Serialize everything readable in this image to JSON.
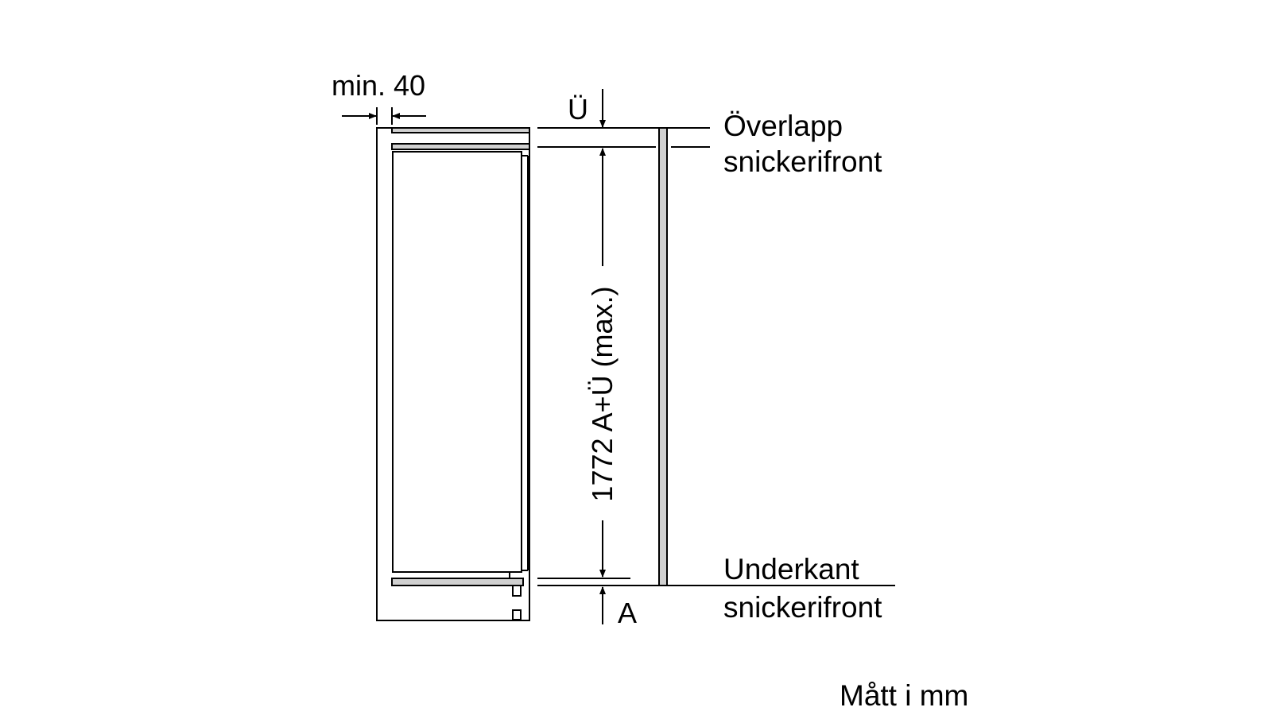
{
  "labels": {
    "min_gap": "min. 40",
    "overlap_symbol": "Ü",
    "overlap_line1": "Överlapp",
    "overlap_line2": "snickerifront",
    "height_dimension": "1772 A+Ü (max.)",
    "bottom_symbol": "A",
    "bottom_line1": "Underkant",
    "bottom_line2": "snickerifront",
    "units_note": "Mått i mm"
  },
  "colors": {
    "stroke": "#000000",
    "panel_fill": "#d0d0d0",
    "background": "#ffffff"
  }
}
